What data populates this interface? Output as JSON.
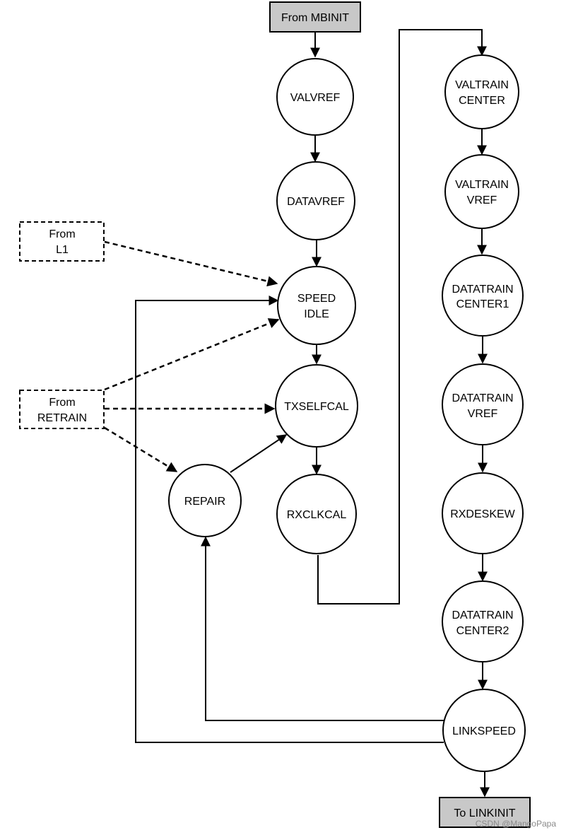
{
  "diagram": {
    "start": "From MBINIT",
    "end": "To LINKINIT",
    "entries": {
      "l1": [
        "From",
        "L1"
      ],
      "retrain": [
        "From",
        "RETRAIN"
      ]
    },
    "states": {
      "valvref": [
        "VALVREF"
      ],
      "datavref": [
        "DATAVREF"
      ],
      "speedidle": [
        "SPEED",
        "IDLE"
      ],
      "txselfcal": [
        "TXSELFCAL"
      ],
      "rxclkcal": [
        "RXCLKCAL"
      ],
      "repair": [
        "REPAIR"
      ],
      "valtrain_center": [
        "VALTRAIN",
        "CENTER"
      ],
      "valtrain_vref": [
        "VALTRAIN",
        "VREF"
      ],
      "datatrain_center1": [
        "DATATRAIN",
        "CENTER1"
      ],
      "datatrain_vref": [
        "DATATRAIN",
        "VREF"
      ],
      "rxdeskew": [
        "RXDESKEW"
      ],
      "datatrain_center2": [
        "DATATRAIN",
        "CENTER2"
      ],
      "linkspeed": [
        "LINKSPEED"
      ]
    },
    "watermark": "CSDN @MangoPapa"
  }
}
